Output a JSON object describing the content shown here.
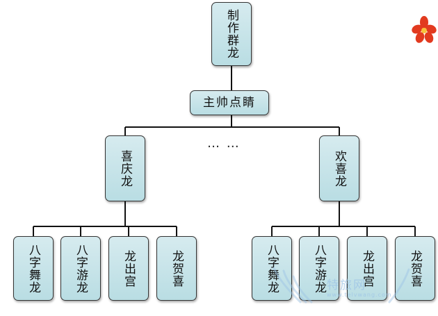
{
  "diagram": {
    "root": "制作群龙",
    "level1": "主帅点睛",
    "branch_left": "喜庆龙",
    "branch_right": "欢喜龙",
    "ellipsis": "…  …",
    "leaves_left": [
      "八字舞龙",
      "八字游龙",
      "龙出宫",
      "龙贺喜"
    ],
    "leaves_right": [
      "八字舞龙",
      "八字游龙",
      "龙出宫",
      "龙贺喜"
    ]
  },
  "watermark": {
    "text": "特旅网",
    "url": "www.telvwang.com"
  },
  "colors": {
    "node_fill": "#c4e3e8",
    "node_border": "#333333",
    "line": "#111111"
  }
}
